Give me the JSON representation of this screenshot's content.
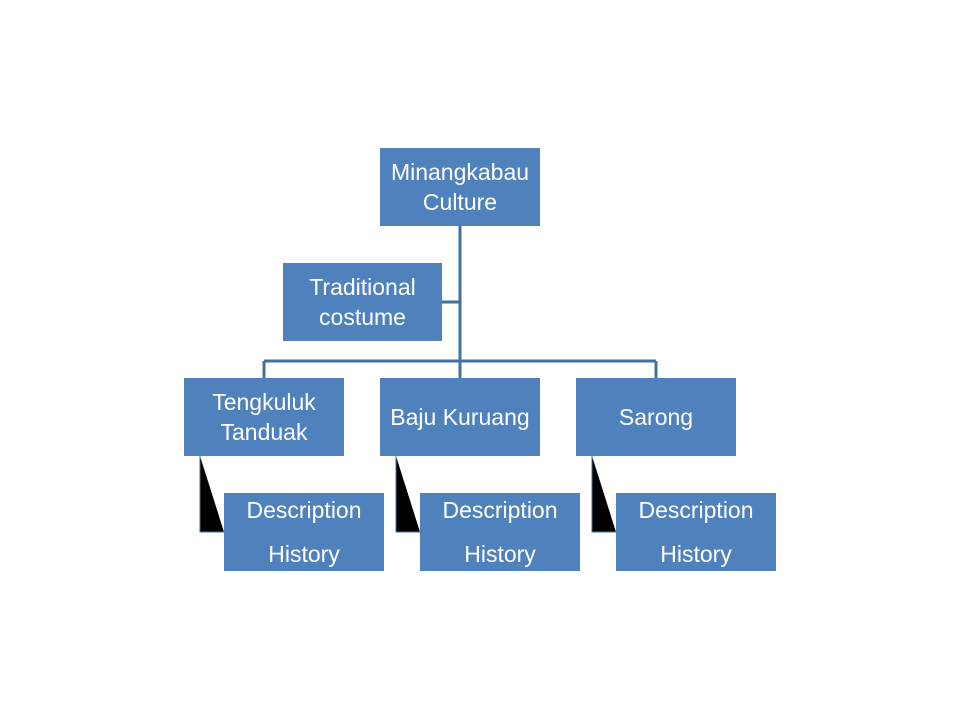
{
  "colors": {
    "box_fill": "#4f81bd",
    "line": "#41719c",
    "text": "#ffffff"
  },
  "org_chart": {
    "root": {
      "line1": "Minangkabau",
      "line2": "Culture"
    },
    "assistant": {
      "line1": "Traditional",
      "line2": "costume"
    },
    "children": [
      {
        "line1": "Tengkuluk",
        "line2": "Tanduak",
        "sub": {
          "line1": "Description",
          "line2": "History"
        }
      },
      {
        "line1": "Baju Kuruang",
        "sub": {
          "line1": "Description",
          "line2": "History"
        }
      },
      {
        "line1": "Sarong",
        "sub": {
          "line1": "Description",
          "line2": "History"
        }
      }
    ]
  }
}
